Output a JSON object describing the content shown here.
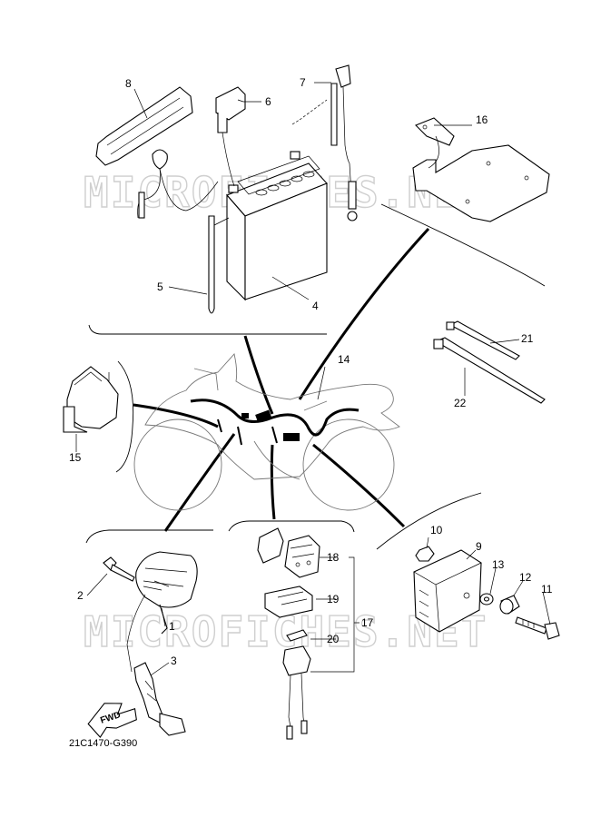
{
  "diagram": {
    "code": "21C1470-G390",
    "watermark_text": "MICROFICHES.NET",
    "fwd_label": "FWD",
    "callouts": [
      {
        "id": "c1",
        "label": "1"
      },
      {
        "id": "c2",
        "label": "2"
      },
      {
        "id": "c3",
        "label": "3"
      },
      {
        "id": "c4",
        "label": "4"
      },
      {
        "id": "c5",
        "label": "5"
      },
      {
        "id": "c6",
        "label": "6"
      },
      {
        "id": "c7",
        "label": "7"
      },
      {
        "id": "c8",
        "label": "8"
      },
      {
        "id": "c9",
        "label": "9"
      },
      {
        "id": "c10",
        "label": "10"
      },
      {
        "id": "c11",
        "label": "11"
      },
      {
        "id": "c12",
        "label": "12"
      },
      {
        "id": "c13",
        "label": "13"
      },
      {
        "id": "c14",
        "label": "14"
      },
      {
        "id": "c15",
        "label": "15"
      },
      {
        "id": "c16",
        "label": "16"
      },
      {
        "id": "c17",
        "label": "17"
      },
      {
        "id": "c18",
        "label": "18"
      },
      {
        "id": "c19",
        "label": "19"
      },
      {
        "id": "c20",
        "label": "20"
      },
      {
        "id": "c21",
        "label": "21"
      },
      {
        "id": "c22",
        "label": "22"
      }
    ]
  }
}
